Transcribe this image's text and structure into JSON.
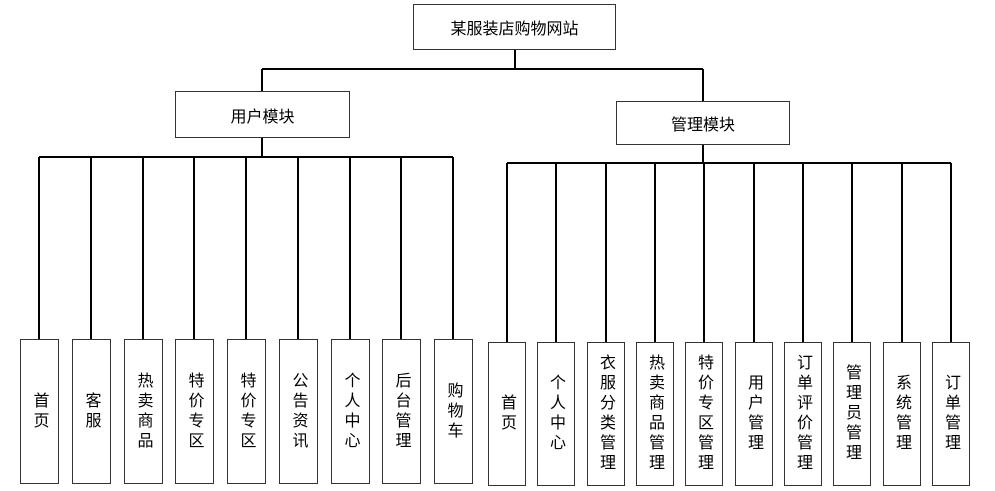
{
  "root": {
    "label": "某服装店购物网站"
  },
  "branches": {
    "user": {
      "label": "用户模块",
      "children": [
        "首页",
        "客服",
        "热卖商品",
        "特价专区",
        "特价专区",
        "公告资讯",
        "个人中心",
        "后台管理",
        "购物车"
      ]
    },
    "admin": {
      "label": "管理模块",
      "children": [
        "首页",
        "个人中心",
        "衣服分类管理",
        "热卖商品管理",
        "特价专区管理",
        "用户管理",
        "订单评价管理",
        "管理员管理",
        "系统管理",
        "订单管理"
      ]
    }
  },
  "colors": {
    "line": "#000000",
    "border": "#333333",
    "background": "#ffffff"
  }
}
